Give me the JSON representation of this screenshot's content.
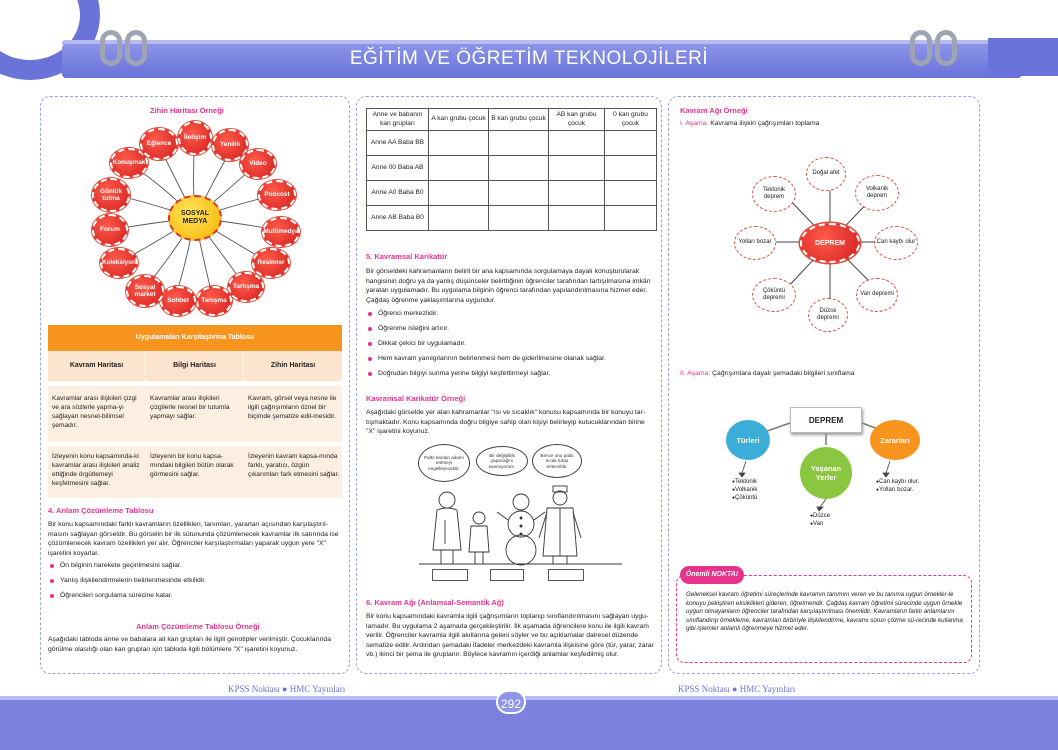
{
  "header": {
    "title": "EĞİTİM VE ÖĞRETİM TEKNOLOJİLERİ"
  },
  "footer": {
    "brand_left": "KPSS Noktası ● HMC Yayınları",
    "brand_right": "KPSS Noktası ● HMC Yayınları",
    "page_number": "292"
  },
  "left": {
    "mindmap_title": "Zihin Haritası Örneği",
    "center": "SOSYAL MEDYA",
    "nodes": [
      "İletişim",
      "Yenilik",
      "Video",
      "Podcost",
      "Multimedya",
      "Resimler",
      "Tartışma",
      "Tanışma",
      "Sohbet",
      "Sosyal market",
      "Koleksiyon",
      "Forum",
      "Günlük tutma",
      "Konuşmak",
      "Eğlence"
    ],
    "table_title": "Uygulamaları Karşılaştırma Tablosu",
    "table_headers": [
      "Kavram Haritası",
      "Bilgi Haritası",
      "Zihin Haritası"
    ],
    "row1": [
      "Kavramlar arası ilişkileri çizgi ve ara sözlerle yapma-yı sağlayan nesnel-bilimsel şemadır.",
      "Kavramlar arası ilişkileri çizgilerle nesnel bir tutumla yapmayı sağlar.",
      "Kavram, görsel veya nesne ile ilgili çağrışımların öznel bir biçimde şematize edil-mesidir."
    ],
    "row2": [
      "İzleyenin konu kapsamında-ki kavramlar arası ilişkileri analiz ettiğinde örgütlemeyi keşfetmesini sağlar.",
      "İzleyenin bir konu kapsa-mındaki bilgileri bütün olarak görmesini sağlar.",
      "İzleyenin kavram kapsa-mında farklı, yaratıcı, özgün çıkarımları fark etmesini sağlar."
    ],
    "sec4_title": "4.   Anlam Çözümleme Tablosu",
    "sec4_para": "Bir konu kapsamındaki farklı kavramların özellikleri, tanımları, yararları açısından karşılaştırıl-masını sağlayan görseldir. Bu görselin bir ilk sütununda çözümlenecek kavramlar ilk satırında ise çözümlenecek kavram özellikleri yer alır. Öğrenciler karşılaştırmaları yaparak uygun yere \"X\" işaretini koyarlar.",
    "sec4_bullets": [
      "Ön bilginin harekete geçirilmesini sağlar.",
      "Yanlış ilişkilendirmelerin belirlenmesinde etkilidir.",
      "Öğrencileri sorgulama sürecine katar."
    ],
    "example_title": "Anlam Çözümleme Tablosu Örneği",
    "example_para": "Aşağıdaki tabloda anne ve babalara ait kan grupları ile ilgili genotipler verilmiştir. Çocuklarında görülme olasılığı olan kan grupları için tabloda ilgili bölümlere \"X\" işaretini koyunuz."
  },
  "middle": {
    "grid_headers": [
      "Anne ve babanın kan grupları",
      "A kan grubu çocuk",
      "B kan grubu çocuk",
      "AB kan grubu çocuk",
      "0 kan grubu çocuk"
    ],
    "grid_rows": [
      "Anne AA Baba BB",
      "Anne 00 Baba AB",
      "Anne A0 Baba B0",
      "Anne AB Baba B0"
    ],
    "sec5_title": "5.     Kavramsal Karikatür",
    "sec5_para": "Bir görseldeki kahramanların belirli bir ana kapsamında sorgulamaya dayalı konuşturularak hangisinin doğru ya da yanlış düşünceler belirttiğinin öğrenciler tarafından tartışılmasına imkân yaratan uygulamadır. Bu uygulama bilginin öğrenci tarafından yapılandırılmasına hizmet eder. Çağdaş öğrenme yaklaşımlarına uygundur.",
    "sec5_bullets": [
      "Öğrenci merkezlidir.",
      "Öğrenme isteğini artırır.",
      "Dikkat çekici bir uygulamadır.",
      "Hem kavram yanılgılarının belirlenmesi hem de giderilmesine olanak sağlar.",
      "Doğrudan bilgiyi sunma yerine bilgiyi keşfettirmeyi sağlar."
    ],
    "cartoon_title": "Kavramsal Karikatür Örneği",
    "cartoon_para": "Aşağıdaki görselde yer alan kahramanlar \"ısı ve sıcaklık\" konusu kapsamında bir konuyu tar-tışmaktadır. Konu kapsamında doğru bilgiye sahip olan kişiyi belirleyip kutucuklarından birine \"X\" işaretini koyunuz.",
    "bubbles": [
      "Palto kardan adamı eritmeyi engelleyecektir.",
      "Bir değişiklik yapacağını sanmıyorum.",
      "Bence onu palto sıcak tutup eritecektir."
    ],
    "sec6_title": "6.     Kavram Ağı (Anlamsal-Semantik Ağ)",
    "sec6_para": "Bir konu kapsamındaki kavramla ilgili çağrışımların toplanıp sınıflandırılmasını sağlayan uygu-lamadır. Bu uygulama 2 aşamada gerçekleştirilir. İlk aşamada öğrencilere konu ile ilgili kavram verilir. Öğrenciler kavramla ilgili akıllarına geleni söyler ve bu açıklamalar dairesel düzende sematize edilir. Ardından şemadaki ifadeler merkezdeki kavramla ilişkisine göre (tür, yarar, zarar vb.) ikinci bir şema ile gruplanır. Böylece kavramın içerdiği anlamlar keşfedilmiş olur."
  },
  "right": {
    "title": "Kavram Ağı Örneği",
    "stage1_label": "I. Aşama:",
    "stage1_text": "Kavrama ilişkin çağrışımları toplama",
    "center": "DEPREM",
    "nodes": [
      "Doğal afet",
      "Volkanik deprem",
      "Can kaybı olur",
      "Van depremi",
      "Düzce depremi",
      "Çöküntü depremi",
      "Yolları bozar",
      "Tektonik deprem"
    ],
    "stage2_label": "II. Aşama:",
    "stage2_text": "Çağrışımlara dayalı şemadaki bilgileri sınıflama",
    "schema_center": "DEPREM",
    "turleri": "Türleri",
    "zararlari": "Zararları",
    "yasanan": "Yaşanan Yerler",
    "turleri_list": [
      "Tektonik",
      "Volkanik",
      "Çöküntü"
    ],
    "zararlari_list": [
      "Can kaybı olur.",
      "Yolları bozar."
    ],
    "yasanan_list": [
      "Düzce",
      "Van"
    ],
    "note_badge": "Önemli NOKTA!",
    "note_text": "Geleneksel kavram öğretimi süreçlerinde kavramın tanımını veren ve bu tanıma uygun örnekler-le konuyu pekiştiren eksiklikleri gideren, öğretmendir. Çağdaş kavram öğretimi sürecinde uygun örnekle uygun olmayanların öğrenciler tarafından karşılaştırılması önemlidir. Kavramların farklı anlamlarını sınıflandırıp örnekleme, kavramları birbiriyle ilişkilendirme, kavramı sorun çözme sü-recinde kullanma gibi işlemler anlamlı öğrenmeye hizmet eder."
  },
  "colors": {
    "accent": "#6a73d8",
    "pink": "#e8338c",
    "orange": "#f7941d",
    "red": "#d3201e"
  }
}
